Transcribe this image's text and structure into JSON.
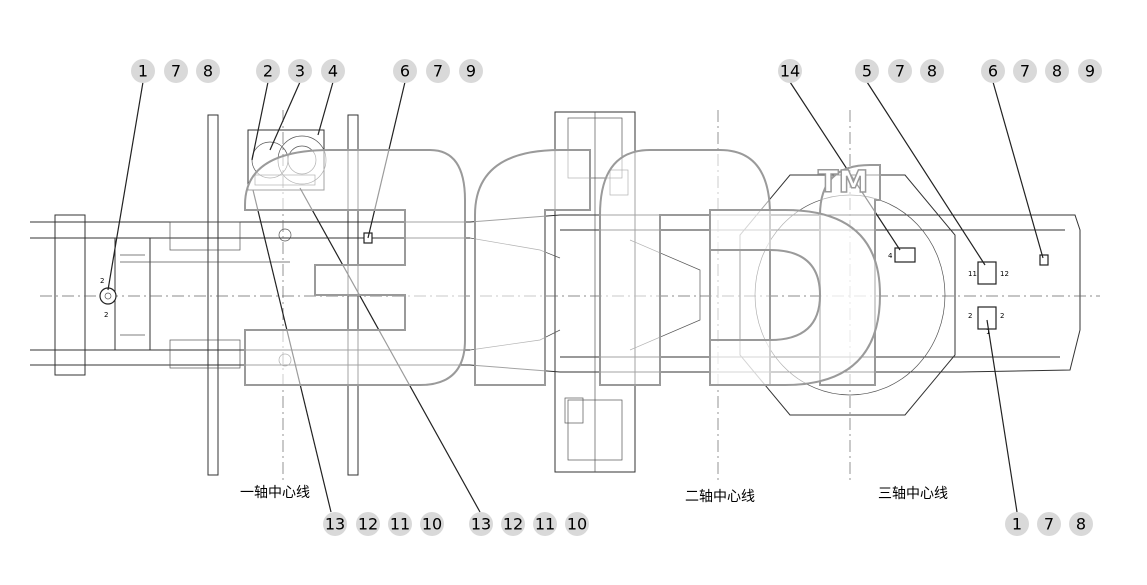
{
  "watermark": {
    "trademark": "TM"
  },
  "axis_labels": {
    "axle1": "一轴中心线",
    "axle2": "二轴中心线",
    "axle3": "三轴中心线"
  },
  "callout_groups": {
    "top_left_1": [
      "1",
      "7",
      "8"
    ],
    "top_left_2": [
      "2",
      "3",
      "4"
    ],
    "top_left_3": [
      "6",
      "7",
      "9"
    ],
    "top_right_1": [
      "14"
    ],
    "top_right_2": [
      "5",
      "7",
      "8"
    ],
    "top_right_3": [
      "6",
      "7",
      "8",
      "9"
    ],
    "bottom_left_1": [
      "13",
      "12",
      "11",
      "10"
    ],
    "bottom_left_2": [
      "13",
      "12",
      "11",
      "10"
    ],
    "bottom_right_1": [
      "1",
      "7",
      "8"
    ]
  },
  "small_numbers": {
    "left_valve_top": "2",
    "left_valve_bottom": "2",
    "right_valve_a": "2",
    "right_valve_b": "2",
    "right_valve_c": "11",
    "right_valve_d": "12",
    "right_valve_e": "1",
    "mid_valve": "4"
  }
}
